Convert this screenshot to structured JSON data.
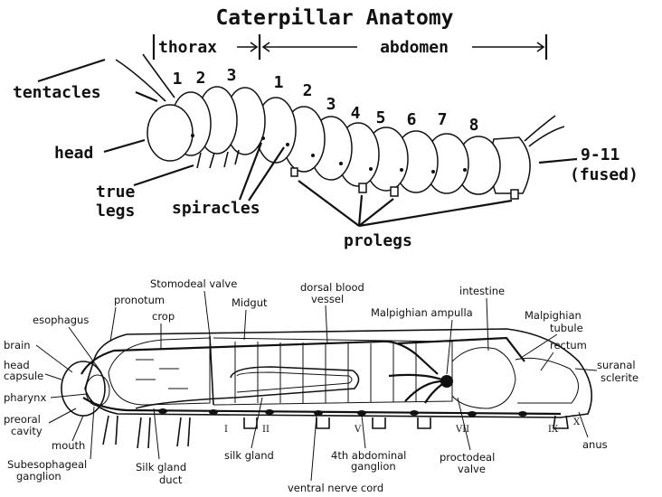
{
  "title": "Caterpillar Anatomy",
  "regions": {
    "thorax": "thorax",
    "abdomen": "abdomen"
  },
  "thorax_numbers": [
    "1",
    "2",
    "3"
  ],
  "abdomen_numbers": [
    "1",
    "2",
    "3",
    "4",
    "5",
    "6",
    "7",
    "8"
  ],
  "fused": {
    "line1": "9-11",
    "line2": "(fused)"
  },
  "external_labels": {
    "tentacles": "tentacles",
    "head": "head",
    "true_legs_1": "true",
    "true_legs_2": "legs",
    "spiracles": "spiracles",
    "prolegs": "prolegs"
  },
  "internal_labels": {
    "stomodeal_valve": "Stomodeal valve",
    "pronotum": "pronotum",
    "crop": "crop",
    "midgut": "Midgut",
    "dorsal_blood_vessel_1": "dorsal blood",
    "dorsal_blood_vessel_2": "vessel",
    "intestine": "intestine",
    "malpighian_ampulla": "Malpighian ampulla",
    "malpighian_tubule_1": "Malpighian",
    "malpighian_tubule_2": "tubule",
    "esophagus": "esophagus",
    "brain": "brain",
    "head_capsule_1": "head",
    "head_capsule_2": "capsule",
    "pharynx": "pharynx",
    "preoral_cavity_1": "preoral",
    "preoral_cavity_2": "cavity",
    "mouth": "mouth",
    "subesophageal_1": "Subesophageal",
    "subesophageal_2": "ganglion",
    "silk_gland_duct_1": "Silk gland",
    "silk_gland_duct_2": "duct",
    "silk_gland": "silk gland",
    "abdominal_ganglion_1": "4th abdominal",
    "abdominal_ganglion_2": "ganglion",
    "ventral_nerve_cord": "ventral nerve cord",
    "proctodeal_valve_1": "proctodeal",
    "proctodeal_valve_2": "valve",
    "rectum": "rectum",
    "suranal_sclerite_1": "suranal",
    "suranal_sclerite_2": "sclerite",
    "anus": "anus"
  },
  "segment_numerals": [
    "I",
    "II",
    "V",
    "VII",
    "IX",
    "X"
  ]
}
